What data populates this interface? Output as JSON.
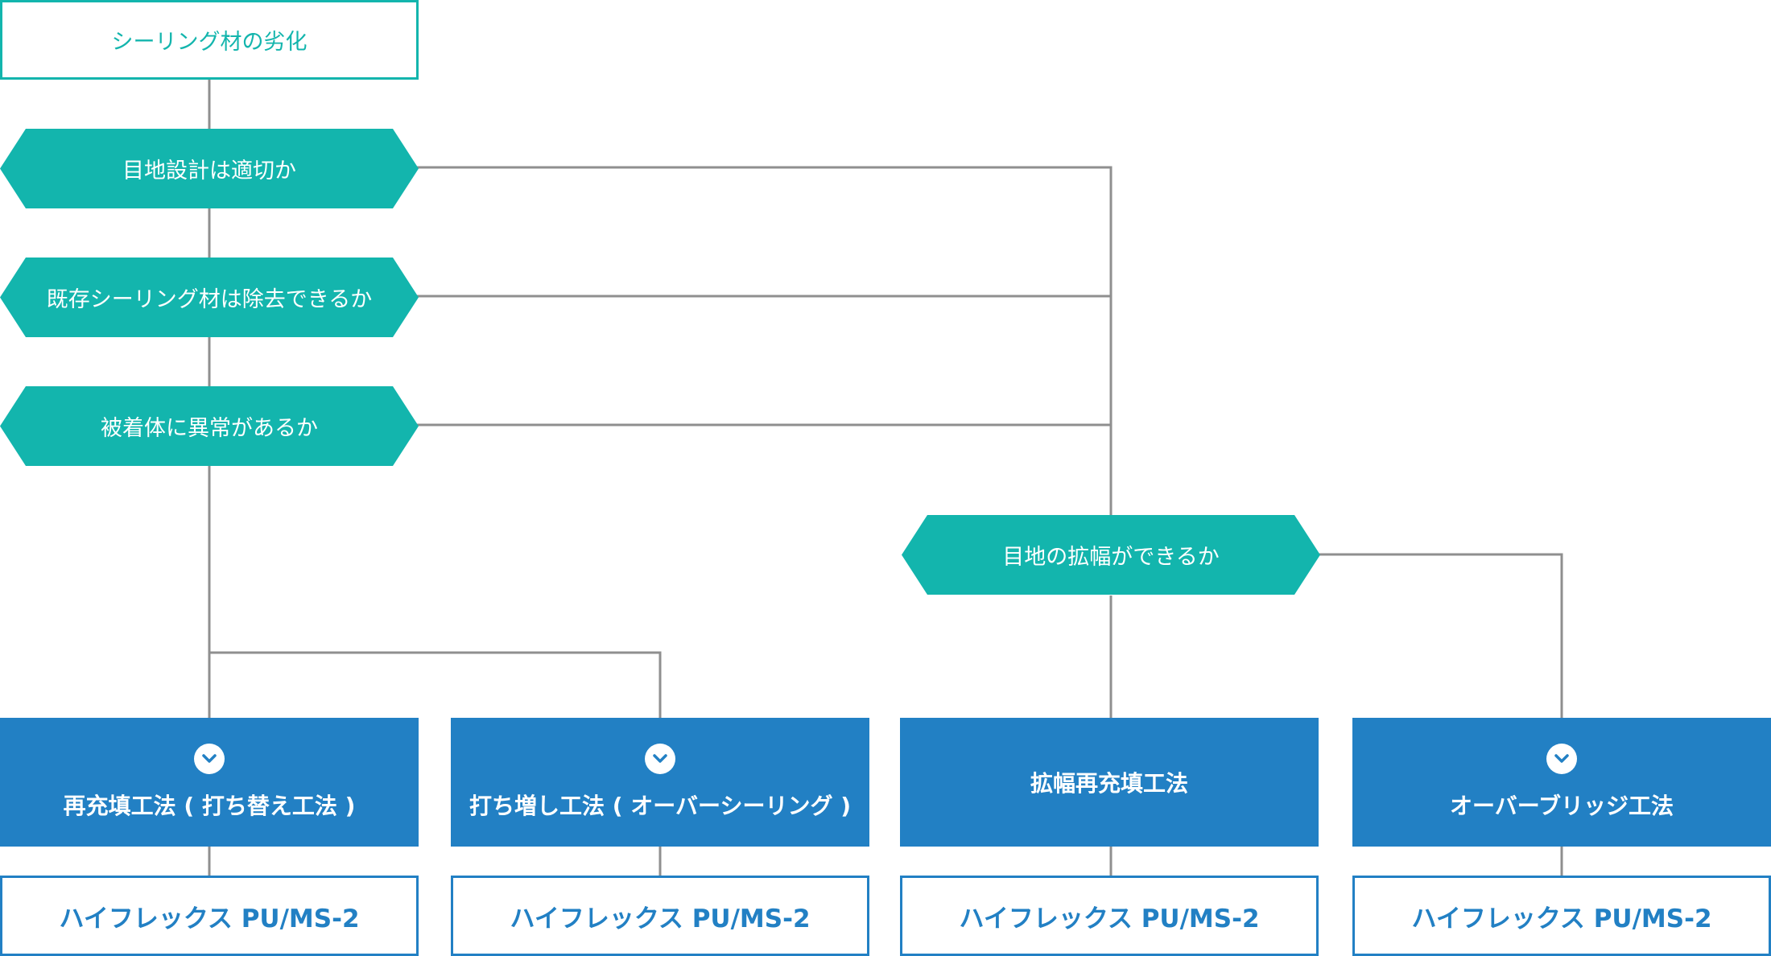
{
  "colors": {
    "teal": "#13b5ad",
    "blue": "#2280c4",
    "line": "#8f8f8f"
  },
  "start": {
    "label": "シーリング材の劣化"
  },
  "questions": {
    "q1": "目地設計は適切か",
    "q2": "既存シーリング材は除去できるか",
    "q3": "被着体に異常があるか",
    "q4": "目地の拡幅ができるか"
  },
  "methods": [
    {
      "label": "再充填工法 ( 打ち替え工法 )",
      "icon": "chevron-down-icon",
      "has_icon": true
    },
    {
      "label": "打ち増し工法 ( オーバーシーリング )",
      "icon": "chevron-down-icon",
      "has_icon": true
    },
    {
      "label": "拡幅再充填工法",
      "icon": "",
      "has_icon": false
    },
    {
      "label": "オーバーブリッジ工法",
      "icon": "chevron-down-icon",
      "has_icon": true
    }
  ],
  "products": [
    {
      "label": "ハイフレックス PU/MS-2"
    },
    {
      "label": "ハイフレックス PU/MS-2"
    },
    {
      "label": "ハイフレックス PU/MS-2"
    },
    {
      "label": "ハイフレックス PU/MS-2"
    }
  ]
}
